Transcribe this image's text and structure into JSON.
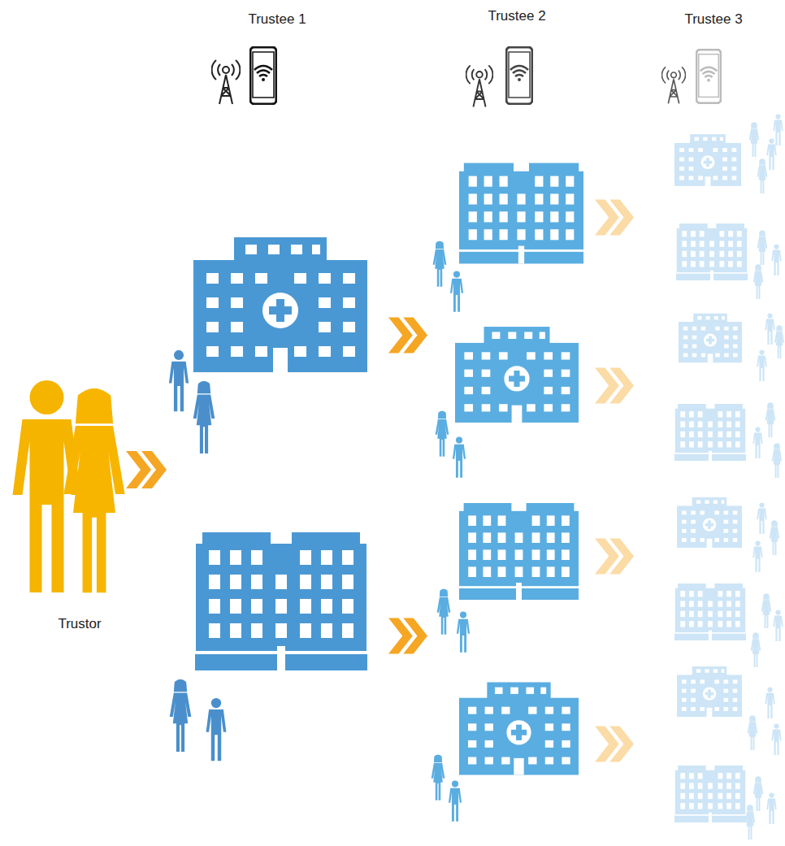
{
  "diagram": {
    "labels": [
      "Trustee 1",
      "Trustee 2",
      "Trustee 3",
      "Trustor"
    ]
  }
}
